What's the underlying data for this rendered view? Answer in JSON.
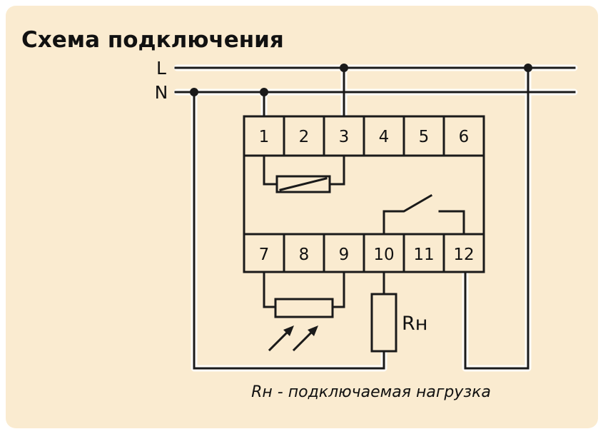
{
  "title": "Схема подключения",
  "buses": {
    "l_label": "L",
    "n_label": "N"
  },
  "terminals_top": [
    "1",
    "2",
    "3",
    "4",
    "5",
    "6"
  ],
  "terminals_bottom": [
    "7",
    "8",
    "9",
    "10",
    "11",
    "12"
  ],
  "load": {
    "label": "Rн"
  },
  "caption": "Rн - подключаемая нагрузка",
  "colors": {
    "background": "#faebd0",
    "line": "#1a1a1a"
  },
  "icons": [
    "coil-symbol",
    "relay-contact-symbol",
    "photoresistor-symbol",
    "light-arrows-icon",
    "load-resistor-symbol"
  ]
}
